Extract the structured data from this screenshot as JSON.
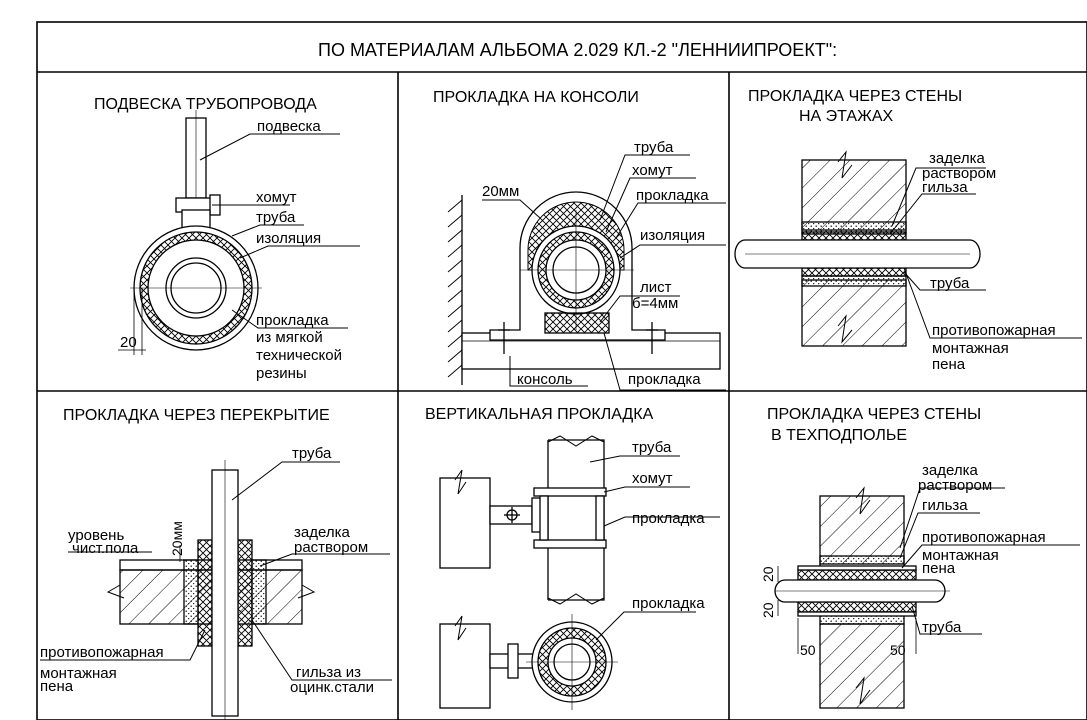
{
  "header": "ПО МАТЕРИАЛАМ АЛЬБОМА 2.029 КЛ.-2 \"ЛЕННИИПРОЕКТ\":",
  "panels": [
    {
      "title": "ПОДВЕСКА  ТРУБОПРОВОДА",
      "labels": {
        "hanger": "подвеска",
        "clamp": "хомут",
        "pipe": "труба",
        "insulation": "изоляция",
        "gasket1": "прокладка",
        "gasket2": "из мягкой",
        "gasket3": "технической",
        "gasket4": "резины",
        "dim": "20"
      }
    },
    {
      "title": "ПРОКЛАДКА НА КОНСОЛИ",
      "labels": {
        "dim": "20мм",
        "pipe": "труба",
        "clamp": "хомут",
        "gasket": "прокладка",
        "insulation": "изоляция",
        "sheet1": "лист",
        "sheet2": "б=4мм",
        "console": "консоль",
        "gasket_bottom": "прокладка"
      }
    },
    {
      "title1": "ПРОКЛАДКА  ЧЕРЕЗ  СТЕНЫ",
      "title2": "НА  ЭТАЖАХ",
      "labels": {
        "seal1": "заделка",
        "seal2": "раствором",
        "sleeve": "гильза",
        "pipe": "труба",
        "foam1": "противопожарная",
        "foam2": "монтажная",
        "foam3": "пена"
      }
    },
    {
      "title": "ПРОКЛАДКА  ЧЕРЕЗ  ПЕРЕКРЫТИЕ",
      "labels": {
        "pipe": "труба",
        "level1": "уровень",
        "level2": "чист.пола",
        "dim": "20мм",
        "seal1": "заделка",
        "seal2": "раствором",
        "foam1": "противопожарная",
        "foam2": "монтажная",
        "foam3": "пена",
        "sleeve1": "гильза из",
        "sleeve2": "оцинк.стали"
      }
    },
    {
      "title": "ВЕРТИКАЛЬНАЯ  ПРОКЛАДКА",
      "labels": {
        "pipe": "труба",
        "clamp": "хомут",
        "gasket": "прокладка",
        "gasket2": "прокладка"
      }
    },
    {
      "title1": "ПРОКЛАДКА ЧЕРЕЗ СТЕНЫ",
      "title2": "В ТЕХПОДПОЛЬЕ",
      "labels": {
        "seal1": "заделка",
        "seal2": "раствором",
        "sleeve": "гильза",
        "foam1": "противопожарная",
        "foam2": "монтажная",
        "foam3": "пена",
        "pipe": "труба",
        "dim1": "20",
        "dim2": "20",
        "dim3": "50",
        "dim4": "50"
      }
    }
  ]
}
